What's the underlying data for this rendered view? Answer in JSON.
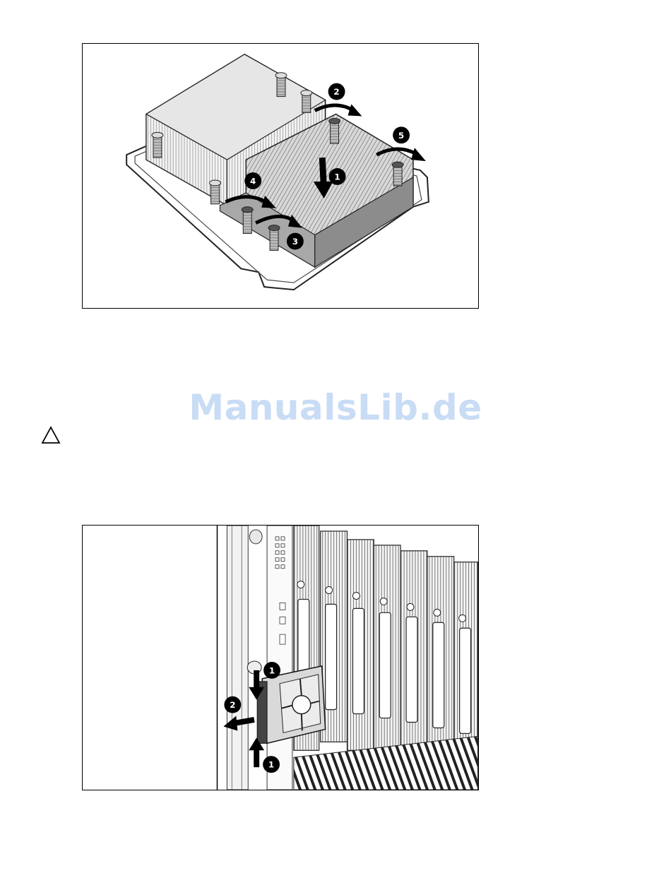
{
  "watermark": {
    "text": "ManualsLib.de",
    "color": "#c9dcf5"
  },
  "figure1": {
    "callouts": [
      "1",
      "2",
      "3",
      "4",
      "5"
    ]
  },
  "figure2": {
    "callouts": [
      "1",
      "2",
      "1"
    ]
  },
  "icons": {
    "caution": "caution-triangle-icon"
  }
}
